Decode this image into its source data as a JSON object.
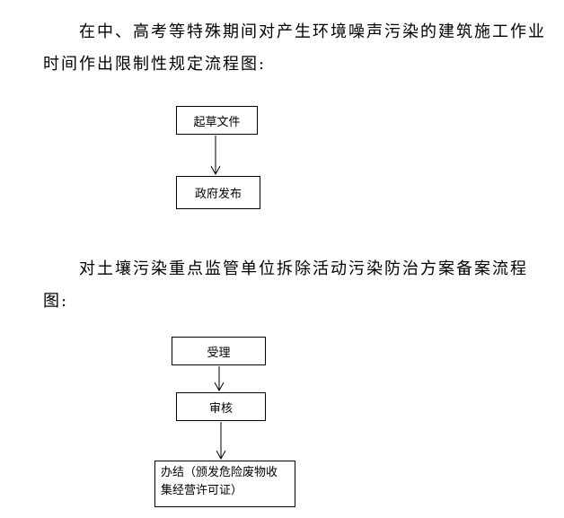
{
  "section1": {
    "text": "在中、高考等特殊期间对产生环境噪声污染的建筑施工作业时间作出限制性规定流程图:",
    "flow": [
      "起草文件",
      "政府发布"
    ]
  },
  "section2": {
    "text": "对土壤污染重点监管单位拆除活动污染防治方案备案流程图:",
    "flow": [
      "受理",
      "审核"
    ],
    "final_step": {
      "line1": "办结（颁发危险废物收",
      "line2": "集经营许可证）"
    }
  }
}
